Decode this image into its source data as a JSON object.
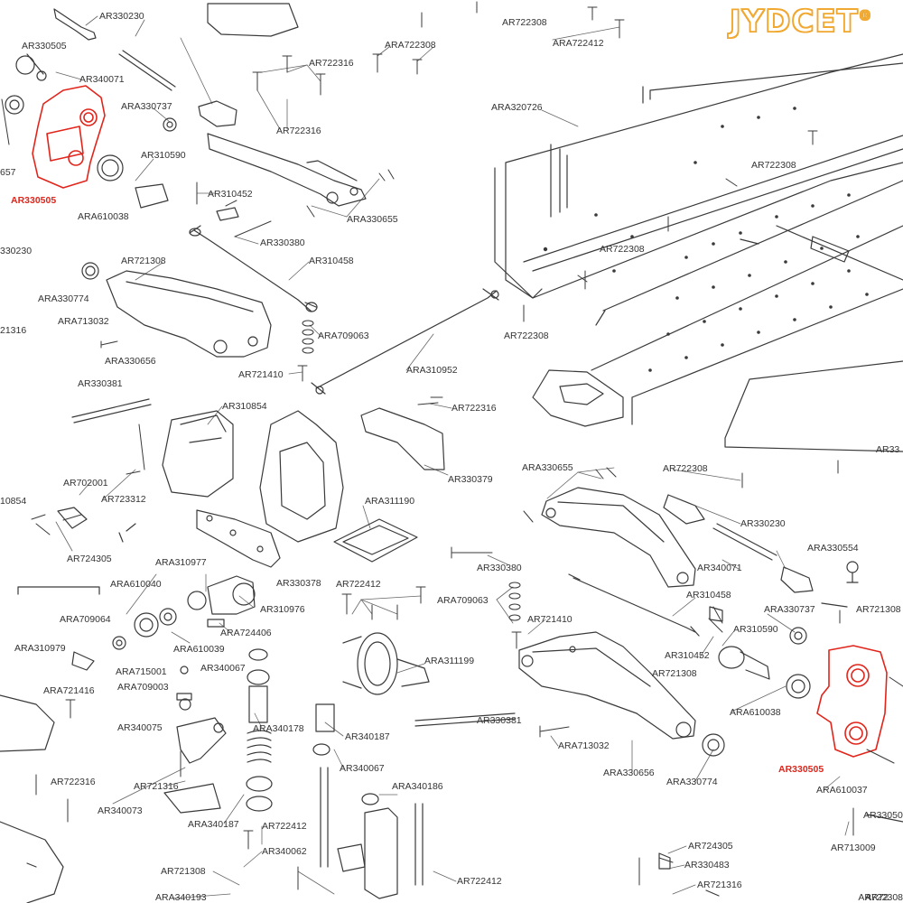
{
  "brand": {
    "name": "JYDCET",
    "mark": "®"
  },
  "highlight_color": "#e1251b",
  "labels": [
    {
      "id": "ar330230-a",
      "text": "AR330230"
    },
    {
      "id": "ar330505-a",
      "text": "AR330505"
    },
    {
      "id": "ar340071-a",
      "text": "AR340071"
    },
    {
      "id": "ara330737-a",
      "text": "ARA330737"
    },
    {
      "id": "ar310590-a",
      "text": "AR310590"
    },
    {
      "id": "ar330505-red-a",
      "text": "AR330505",
      "highlight": true
    },
    {
      "id": "ara610038-a",
      "text": "ARA610038"
    },
    {
      "id": "ar310452-a",
      "text": "AR310452"
    },
    {
      "id": "ar330380-a",
      "text": "AR330380"
    },
    {
      "id": "ar721308-a",
      "text": "AR721308"
    },
    {
      "id": "ar310458-a",
      "text": "AR310458"
    },
    {
      "id": "ara330774-a",
      "text": "ARA330774"
    },
    {
      "id": "ara713032-a",
      "text": "ARA713032"
    },
    {
      "id": "ara330656-a",
      "text": "ARA330656"
    },
    {
      "id": "ara709063-a",
      "text": "ARA709063"
    },
    {
      "id": "ar721410-a",
      "text": "AR721410"
    },
    {
      "id": "ara310952",
      "text": "ARA310952"
    },
    {
      "id": "ar330381-a",
      "text": "AR330381"
    },
    {
      "id": "ar310854",
      "text": "AR310854"
    },
    {
      "id": "ar702001",
      "text": "AR702001"
    },
    {
      "id": "ar723312",
      "text": "AR723312"
    },
    {
      "id": "ar724305-a",
      "text": "AR724305"
    },
    {
      "id": "ar722316-a",
      "text": "AR722316"
    },
    {
      "id": "ar722316-b",
      "text": "AR722316"
    },
    {
      "id": "ar722316-c",
      "text": "AR722316"
    },
    {
      "id": "ar722308-a",
      "text": "AR722308"
    },
    {
      "id": "ara722308-a",
      "text": "ARA722308"
    },
    {
      "id": "ara722412-a",
      "text": "ARA722412"
    },
    {
      "id": "ara320726",
      "text": "ARA320726"
    },
    {
      "id": "ar722308-b",
      "text": "AR722308"
    },
    {
      "id": "ara330655-a",
      "text": "ARA330655"
    },
    {
      "id": "ar722308-c",
      "text": "AR722308"
    },
    {
      "id": "ar722308-d",
      "text": "AR722308"
    },
    {
      "id": "ar722308-e",
      "text": "AR722308"
    },
    {
      "id": "ar330379",
      "text": "AR330379"
    },
    {
      "id": "ara330655-b",
      "text": "ARA330655"
    },
    {
      "id": "ar722308-f",
      "text": "AR722308"
    },
    {
      "id": "ara311190",
      "text": "ARA311190"
    },
    {
      "id": "ar330230-b",
      "text": "AR330230"
    },
    {
      "id": "ara330554",
      "text": "ARA330554"
    },
    {
      "id": "ar330378",
      "text": "AR330378"
    },
    {
      "id": "ar330380-b",
      "text": "AR330380"
    },
    {
      "id": "ar340071-b",
      "text": "AR340071"
    },
    {
      "id": "ara310977",
      "text": "ARA310977"
    },
    {
      "id": "ara610040",
      "text": "ARA610040"
    },
    {
      "id": "ar722412-b",
      "text": "AR722412"
    },
    {
      "id": "ar310458-b",
      "text": "AR310458"
    },
    {
      "id": "ara709063-b",
      "text": "ARA709063"
    },
    {
      "id": "ara330737-b",
      "text": "ARA330737"
    },
    {
      "id": "ar310976",
      "text": "AR310976"
    },
    {
      "id": "ar721410-b",
      "text": "AR721410"
    },
    {
      "id": "ar310590-b",
      "text": "AR310590"
    },
    {
      "id": "ara709064",
      "text": "ARA709064"
    },
    {
      "id": "ara724406",
      "text": "ARA724406"
    },
    {
      "id": "ara610039",
      "text": "ARA610039"
    },
    {
      "id": "ar310452-b",
      "text": "AR310452"
    },
    {
      "id": "ara310979",
      "text": "ARA310979"
    },
    {
      "id": "ara311199",
      "text": "ARA311199"
    },
    {
      "id": "ar340067-a",
      "text": "AR340067"
    },
    {
      "id": "ara715001",
      "text": "ARA715001"
    },
    {
      "id": "ar721308-b",
      "text": "AR721308"
    },
    {
      "id": "ara709003",
      "text": "ARA709003"
    },
    {
      "id": "ara721416",
      "text": "ARA721416"
    },
    {
      "id": "ara610038-b",
      "text": "ARA610038"
    },
    {
      "id": "ar330505-red-b",
      "text": "AR330505",
      "highlight": true
    },
    {
      "id": "ar340075",
      "text": "AR340075"
    },
    {
      "id": "ara340178",
      "text": "ARA340178"
    },
    {
      "id": "ar340187-a",
      "text": "AR340187"
    },
    {
      "id": "ar330381-b",
      "text": "AR330381"
    },
    {
      "id": "ara713032-b",
      "text": "ARA713032"
    },
    {
      "id": "ar340067-b",
      "text": "AR340067"
    },
    {
      "id": "ara330656-b",
      "text": "ARA330656"
    },
    {
      "id": "ara330774-b",
      "text": "ARA330774"
    },
    {
      "id": "ara610037",
      "text": "ARA610037"
    },
    {
      "id": "ar722316-d",
      "text": "AR722316"
    },
    {
      "id": "ar721316-a",
      "text": "AR721316"
    },
    {
      "id": "ara340186",
      "text": "ARA340186"
    },
    {
      "id": "ar340073",
      "text": "AR340073"
    },
    {
      "id": "ara340187-b",
      "text": "ARA340187"
    },
    {
      "id": "ar722412-c",
      "text": "AR722412"
    },
    {
      "id": "ar340062",
      "text": "AR340062"
    },
    {
      "id": "ar724305-b",
      "text": "AR724305"
    },
    {
      "id": "ar721308-c",
      "text": "AR721308"
    },
    {
      "id": "ar330483",
      "text": "AR330483"
    },
    {
      "id": "ar722412-d",
      "text": "AR722412"
    },
    {
      "id": "ar721316-b",
      "text": "AR721316"
    },
    {
      "id": "ara340193",
      "text": "ARA340193"
    },
    {
      "id": "ar713009",
      "text": "AR713009"
    },
    {
      "id": "ar330505-edge",
      "text": "AR33050"
    },
    {
      "id": "ar721308-edge",
      "text": "AR721308"
    },
    {
      "id": "ar72-edge",
      "text": "AR72"
    },
    {
      "id": "ar33-edge",
      "text": "AR33"
    },
    {
      "id": "edge-330230",
      "text": "330230"
    },
    {
      "id": "edge-21316",
      "text": "21316"
    },
    {
      "id": "edge-657",
      "text": "657"
    },
    {
      "id": "edge-10854",
      "text": "10854"
    }
  ]
}
